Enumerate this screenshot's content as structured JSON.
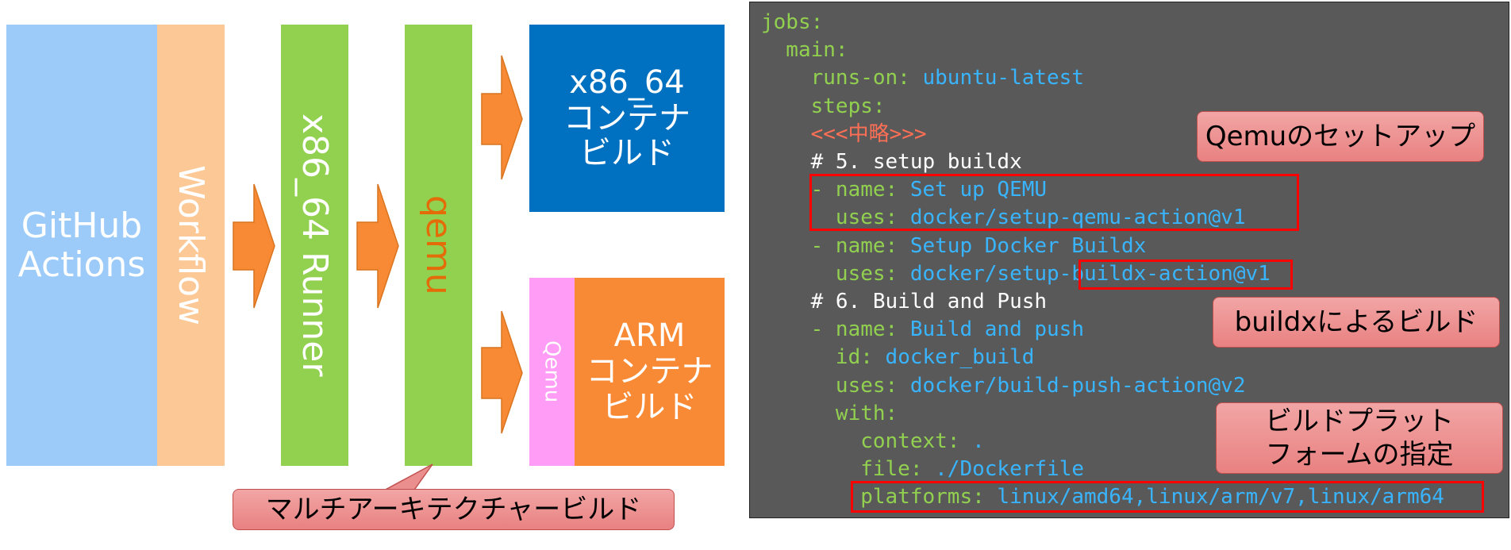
{
  "left": {
    "github_actions": "GitHub\nActions",
    "workflow": "Workflow",
    "runner": "x86_64 Runner",
    "qemu_col": "qemu",
    "x86_box": "x86_64\nコンテナ\nビルド",
    "arm_qemu": "Qemu",
    "arm_box": "ARM\nコンテナ\nビルド",
    "multiarch_callout": "マルチアーキテクチャービルド"
  },
  "code": {
    "lines": [
      {
        "k": "jobs:",
        "v": ""
      },
      {
        "k": "  main:",
        "v": ""
      },
      {
        "k": "    runs-on: ",
        "v": "ubuntu-latest"
      },
      {
        "k": "    steps:",
        "v": ""
      },
      {
        "jp": "    <<<中略>>>"
      },
      {
        "c": "    # 5. setup buildx"
      },
      {
        "k": "    - name: ",
        "v": "Set up QEMU"
      },
      {
        "k": "      uses: ",
        "v": "docker/setup-qemu-action@v1"
      },
      {
        "k": "    - name: ",
        "v": "Setup Docker Buildx"
      },
      {
        "k": "      uses: ",
        "v": "docker/setup-buildx-action@v1"
      },
      {
        "c": "    # 6. Build and Push"
      },
      {
        "k": "    - name: ",
        "v": "Build and push"
      },
      {
        "k": "      id: ",
        "v": "docker_build"
      },
      {
        "k": "      uses: ",
        "v": "docker/build-push-action@v2"
      },
      {
        "k": "      with:",
        "v": ""
      },
      {
        "k": "        context: ",
        "v": "."
      },
      {
        "k": "        file: ",
        "v": "./Dockerfile"
      },
      {
        "k": "        platforms: ",
        "v": "linux/amd64,linux/arm/v7,linux/arm64"
      }
    ]
  },
  "callouts": {
    "qemu_setup": "Qemuのセットアップ",
    "buildx": "buildxによるビルド",
    "platform": "ビルドプラット\nフォームの指定"
  },
  "colors": {
    "github_actions": "#9ccbf9",
    "workflow": "#fcc896",
    "green": "#92d050",
    "blue": "#0070c0",
    "orange": "#f98a35",
    "pink": "#ff9cf5",
    "callout": "#ea8e8e",
    "highlight": "#ff0000"
  }
}
